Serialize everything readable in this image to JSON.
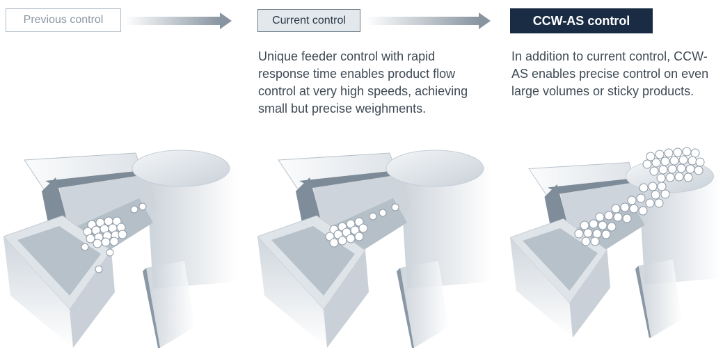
{
  "stages": [
    {
      "label": "Previous control",
      "description": ""
    },
    {
      "label": "Current control",
      "description": "Unique feeder control with rapid response time enables product flow control at very high speeds, achieving small but precise weighments."
    },
    {
      "label": "CCW-AS control",
      "description": "In addition to current control, CCW-AS enables precise control on even large volumes or sticky products."
    }
  ],
  "colors": {
    "ccw_box": "#1a2c44",
    "arrow": "#8a97a4",
    "machine_light": "#eef1f4",
    "machine_shadow": "#9aa6b2",
    "product": "#ffffff"
  }
}
